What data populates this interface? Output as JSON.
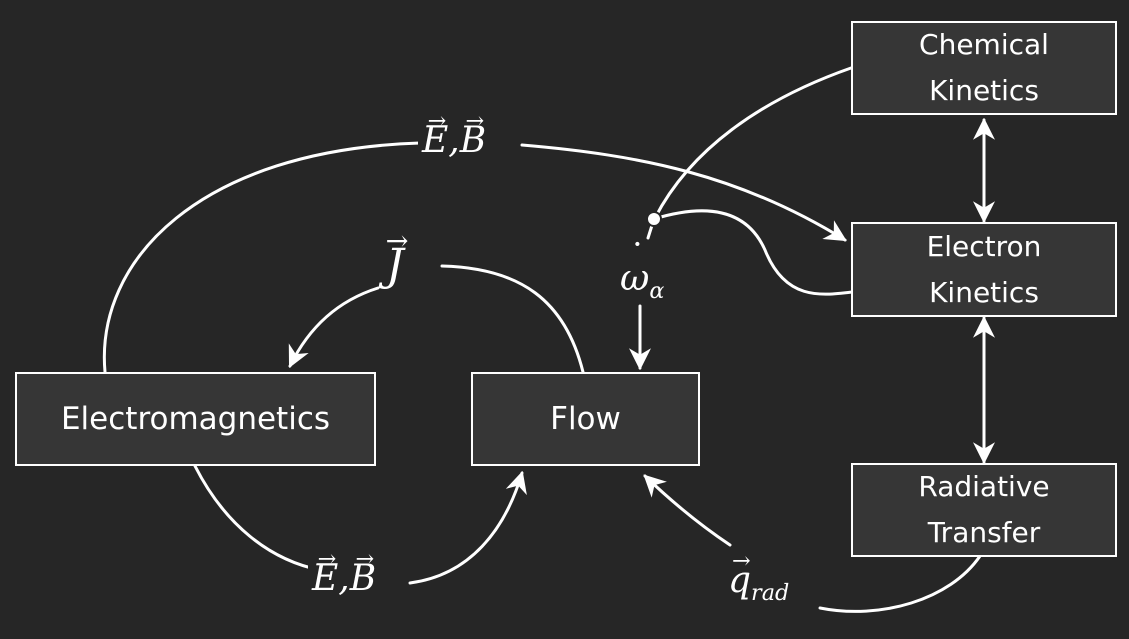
{
  "boxes": {
    "electromagnetics": "Electromagnetics",
    "flow": "Flow",
    "chemical_kinetics": "Chemical\nKinetics",
    "electron_kinetics": "Electron\nKinetics",
    "radiative_transfer": "Radiative\nTransfer"
  },
  "labels": {
    "field_top": {
      "e": "E",
      "sep": ",",
      "b": "B"
    },
    "field_bottom": {
      "e": "E",
      "sep": ",",
      "b": "B"
    },
    "current": "J",
    "source": {
      "base": "ω",
      "sub": "α"
    },
    "heat": {
      "base": "q",
      "sub": "rad"
    }
  },
  "colors": {
    "background": "#262626",
    "box_fill": "#363636",
    "stroke": "#ffffff"
  }
}
